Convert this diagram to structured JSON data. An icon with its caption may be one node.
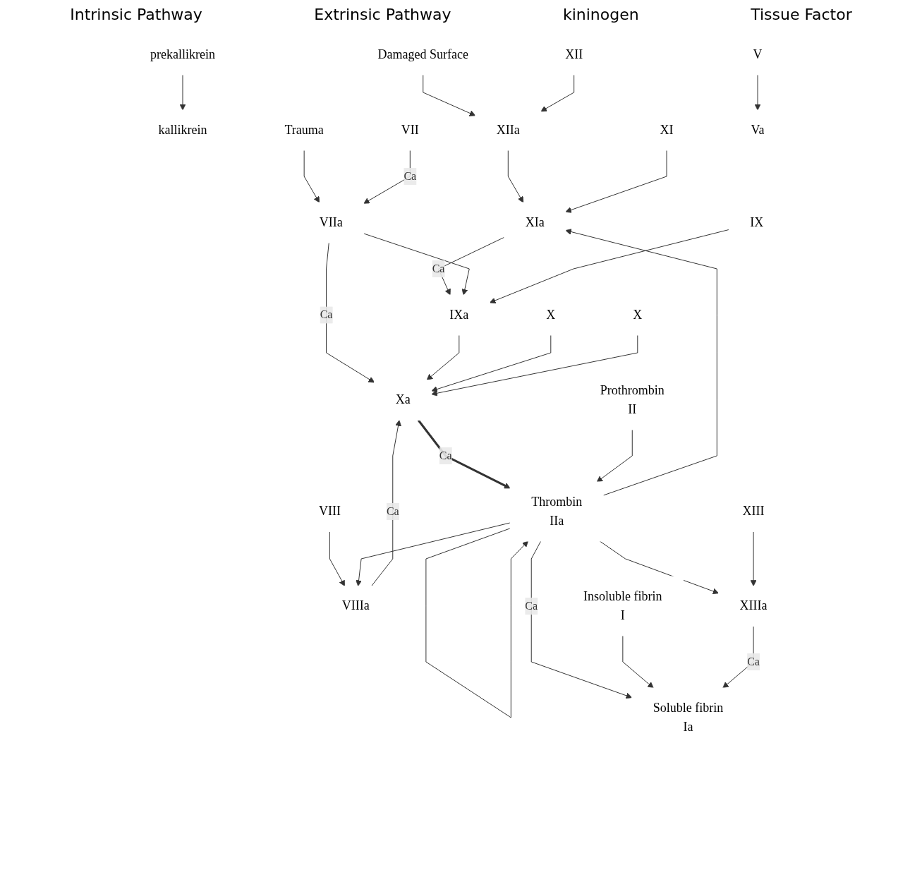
{
  "diagram": {
    "nodes": [
      {
        "text": [
          "Damaged Surface"
        ]
      },
      {
        "text": [
          "kallikrein"
        ]
      },
      {
        "text": [
          "prekallikrein"
        ]
      },
      {
        "text": [
          "Trauma"
        ]
      },
      {
        "text": [
          "XII"
        ]
      },
      {
        "text": [
          "XIIa"
        ]
      },
      {
        "text": [
          "VIIa"
        ]
      },
      {
        "text": [
          "VII"
        ]
      },
      {
        "text": [
          "XI"
        ]
      },
      {
        "text": [
          "XIa"
        ]
      },
      {
        "text": [
          "IX"
        ]
      },
      {
        "text": [
          "IXa"
        ]
      },
      {
        "text": [
          "VIII"
        ]
      },
      {
        "text": [
          "VIIIa"
        ]
      },
      {
        "text": [
          "X"
        ]
      },
      {
        "text": [
          "Xa"
        ]
      },
      {
        "text": [
          "X"
        ]
      },
      {
        "text": [
          "V"
        ]
      },
      {
        "text": [
          "Va"
        ]
      },
      {
        "text": [
          "Prothrombin",
          "II"
        ]
      },
      {
        "text": [
          "Thrombin",
          "IIa"
        ]
      },
      {
        "text": [
          "XIII"
        ]
      },
      {
        "text": [
          "XIIIa"
        ]
      },
      {
        "text": [
          "Insoluble fibrin",
          "I"
        ]
      },
      {
        "text": [
          "Soluble fibrin",
          "Ia"
        ]
      }
    ],
    "edges": [
      {
        "from": 2,
        "to": 1,
        "arrow": "to"
      },
      {
        "from": 0,
        "to": 5,
        "arrow": "to"
      },
      {
        "from": 4,
        "to": 5,
        "arrow": "to"
      },
      {
        "from": 3,
        "to": 6,
        "arrow": "to"
      },
      {
        "from": 7,
        "to": 6,
        "arrow": "to",
        "label": "Ca"
      },
      {
        "from": 5,
        "to": 9,
        "arrow": "to"
      },
      {
        "from": 8,
        "to": 9,
        "arrow": "to"
      },
      {
        "from": 9,
        "to": 11,
        "arrow": "to",
        "label": "Ca"
      },
      {
        "from": 6,
        "to": 11,
        "arrow": "to"
      },
      {
        "from": 6,
        "to": 15,
        "arrow": "to",
        "label": "Ca"
      },
      {
        "from": 10,
        "to": 11,
        "arrow": "to"
      },
      {
        "from": 12,
        "to": 13,
        "arrow": "to"
      },
      {
        "from": 13,
        "to": 15,
        "arrow": "to",
        "label": "Ca"
      },
      {
        "from": 11,
        "to": 15,
        "arrow": "to"
      },
      {
        "from": 14,
        "to": 15,
        "arrow": "to"
      },
      {
        "from": 16,
        "to": 15,
        "arrow": "to"
      },
      {
        "from": 17,
        "to": 18,
        "arrow": "to"
      },
      {
        "from": 15,
        "to": 20,
        "arrow": "to",
        "style": "thick",
        "label": "Ca"
      },
      {
        "from": 19,
        "to": 20,
        "arrow": "to"
      },
      {
        "from": 20,
        "to": 9,
        "arrow": "to"
      },
      {
        "from": 20,
        "to": 13,
        "arrow": "to"
      },
      {
        "from": 20,
        "to": 20,
        "arrow": "to"
      },
      {
        "from": 20,
        "to": 22,
        "arrow": "to"
      },
      {
        "from": 21,
        "to": 22,
        "arrow": "to"
      },
      {
        "from": 20,
        "to": 24,
        "arrow": "to",
        "label": "Ca"
      },
      {
        "from": 23,
        "to": 24,
        "arrow": "to"
      },
      {
        "from": 22,
        "to": 24,
        "arrow": "to",
        "label": "Ca"
      }
    ],
    "labels": [
      "Intrinsic Pathway",
      "Extrinsic Pathway",
      "kininogen",
      "Tissue Factor"
    ]
  }
}
